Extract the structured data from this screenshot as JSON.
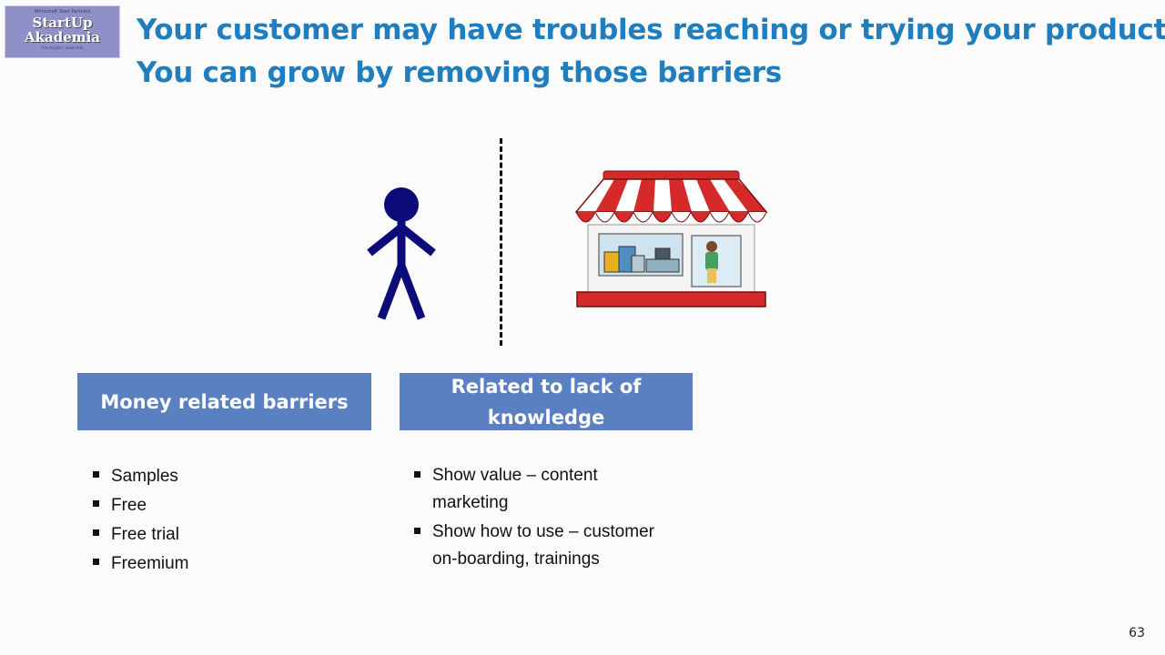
{
  "logo": {
    "tiny_top": "Wirtschaft Start Partners",
    "line1": "StartUp",
    "line2": "Akademia",
    "tiny_bottom": "Free to Join / Learn Info"
  },
  "title": {
    "line1": "Your customer may have troubles reaching or trying your product.",
    "line2": "You can grow by removing those barriers"
  },
  "boxes": {
    "money": "Money related barriers",
    "knowledge": "Related to lack of knowledge"
  },
  "money_list": [
    "Samples",
    "Free",
    "Free trial",
    "Freemium"
  ],
  "knowledge_list": [
    "Show value – content marketing",
    "Show how to use – customer on-boarding, trainings"
  ],
  "page_number": "63",
  "colors": {
    "title": "#1f7ec0",
    "box": "#5b80c2",
    "person": "#0b0b7a",
    "awning_red": "#d42a2a"
  }
}
